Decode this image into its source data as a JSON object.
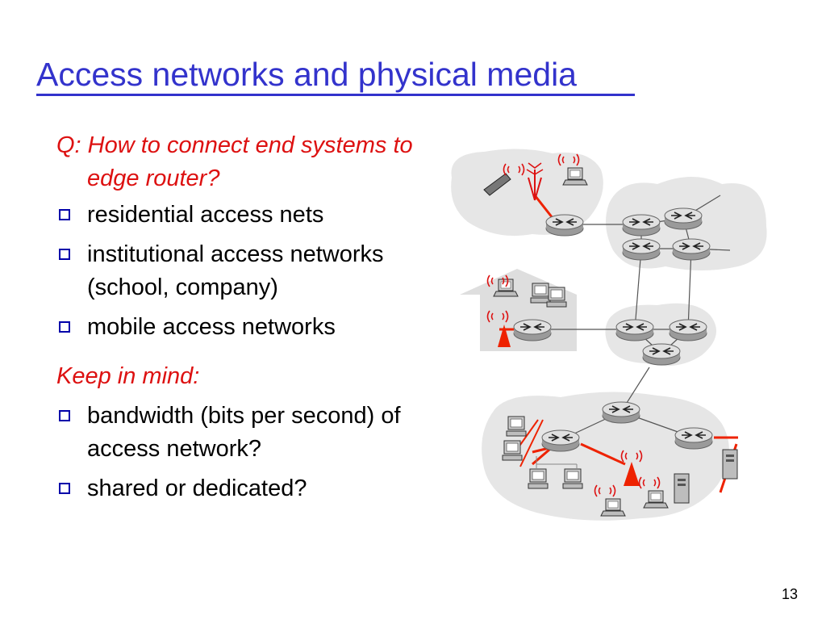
{
  "slide": {
    "title": "Access networks and physical media",
    "question": "Q: How to connect end systems to edge router?",
    "bullets": [
      "residential access nets",
      "institutional access networks (school, company)",
      "mobile access networks"
    ],
    "keep_in_mind": "Keep in mind:",
    "keep_bullets": [
      "bandwidth (bits per second) of access network?",
      "shared or dedicated?"
    ],
    "page_number": "13"
  },
  "colors": {
    "title": "#3333cc",
    "accent_red": "#dd1111",
    "bullet_box": "#0000aa",
    "cloud_fill": "#e6e6e6",
    "router_fill": "#d9d9d9",
    "house_fill": "#dedede",
    "access_line": "#ee2200",
    "link_line": "#555555"
  },
  "icons": {
    "bullet": "hollow-square",
    "diagram_elements": [
      "router-icon",
      "wireless-tower-icon",
      "laptop-icon",
      "cell-phone-icon",
      "desktop-computer-icon",
      "server-icon",
      "house-icon"
    ]
  }
}
